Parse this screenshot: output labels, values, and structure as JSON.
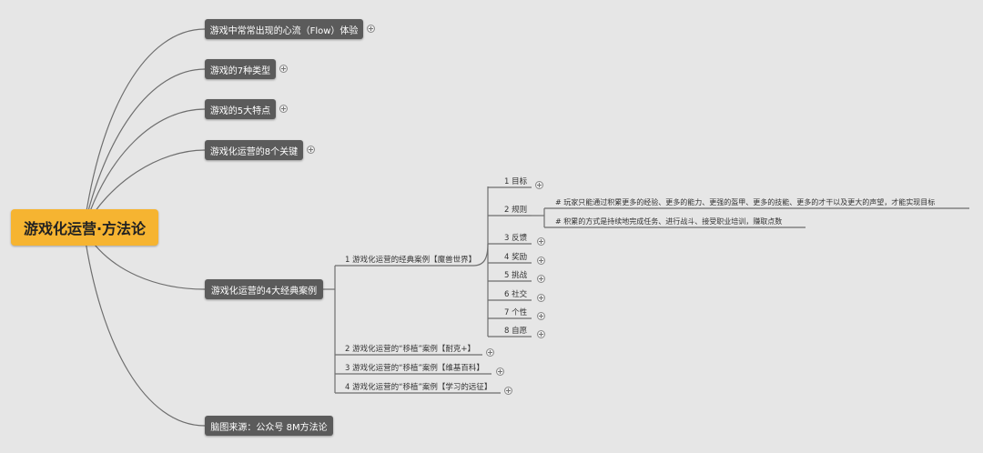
{
  "root": {
    "label": "游戏化运营·方法论"
  },
  "branches": {
    "flow": "游戏中常常出现的心流（Flow）体验",
    "types": "游戏的7种类型",
    "features": "游戏的5大特点",
    "keys": "游戏化运营的8个关键",
    "cases": "游戏化运营的4大经典案例",
    "source": "脑图来源：公众号 8M方法论"
  },
  "cases": {
    "case1": "1 游戏化运营的经典案例【魔兽世界】",
    "case2": "2 游戏化运营的“移植”案例【耐克+】",
    "case3": "3 游戏化运营的“移植”案例【维基百科】",
    "case4": "4 游戏化运营的“移植”案例【学习的远征】"
  },
  "elements": {
    "e1": "1 目标",
    "e2": "2 规则",
    "e3": "3 反馈",
    "e4": "4 奖励",
    "e5": "5 挑战",
    "e6": "6 社交",
    "e7": "7 个性",
    "e8": "8 自愿"
  },
  "rules": {
    "note1": "# 玩家只能通过积累更多的经验、更多的能力、更强的盔甲、更多的技能、更多的才干以及更大的声望，才能实现目标",
    "note2": "# 积累的方式是持续地完成任务、进行战斗、接受职业培训，赚取点数"
  },
  "colors": {
    "background": "#e6e6e6",
    "node": "#5b5b5b",
    "root": "#f6b431",
    "line": "#6e6e6e"
  }
}
